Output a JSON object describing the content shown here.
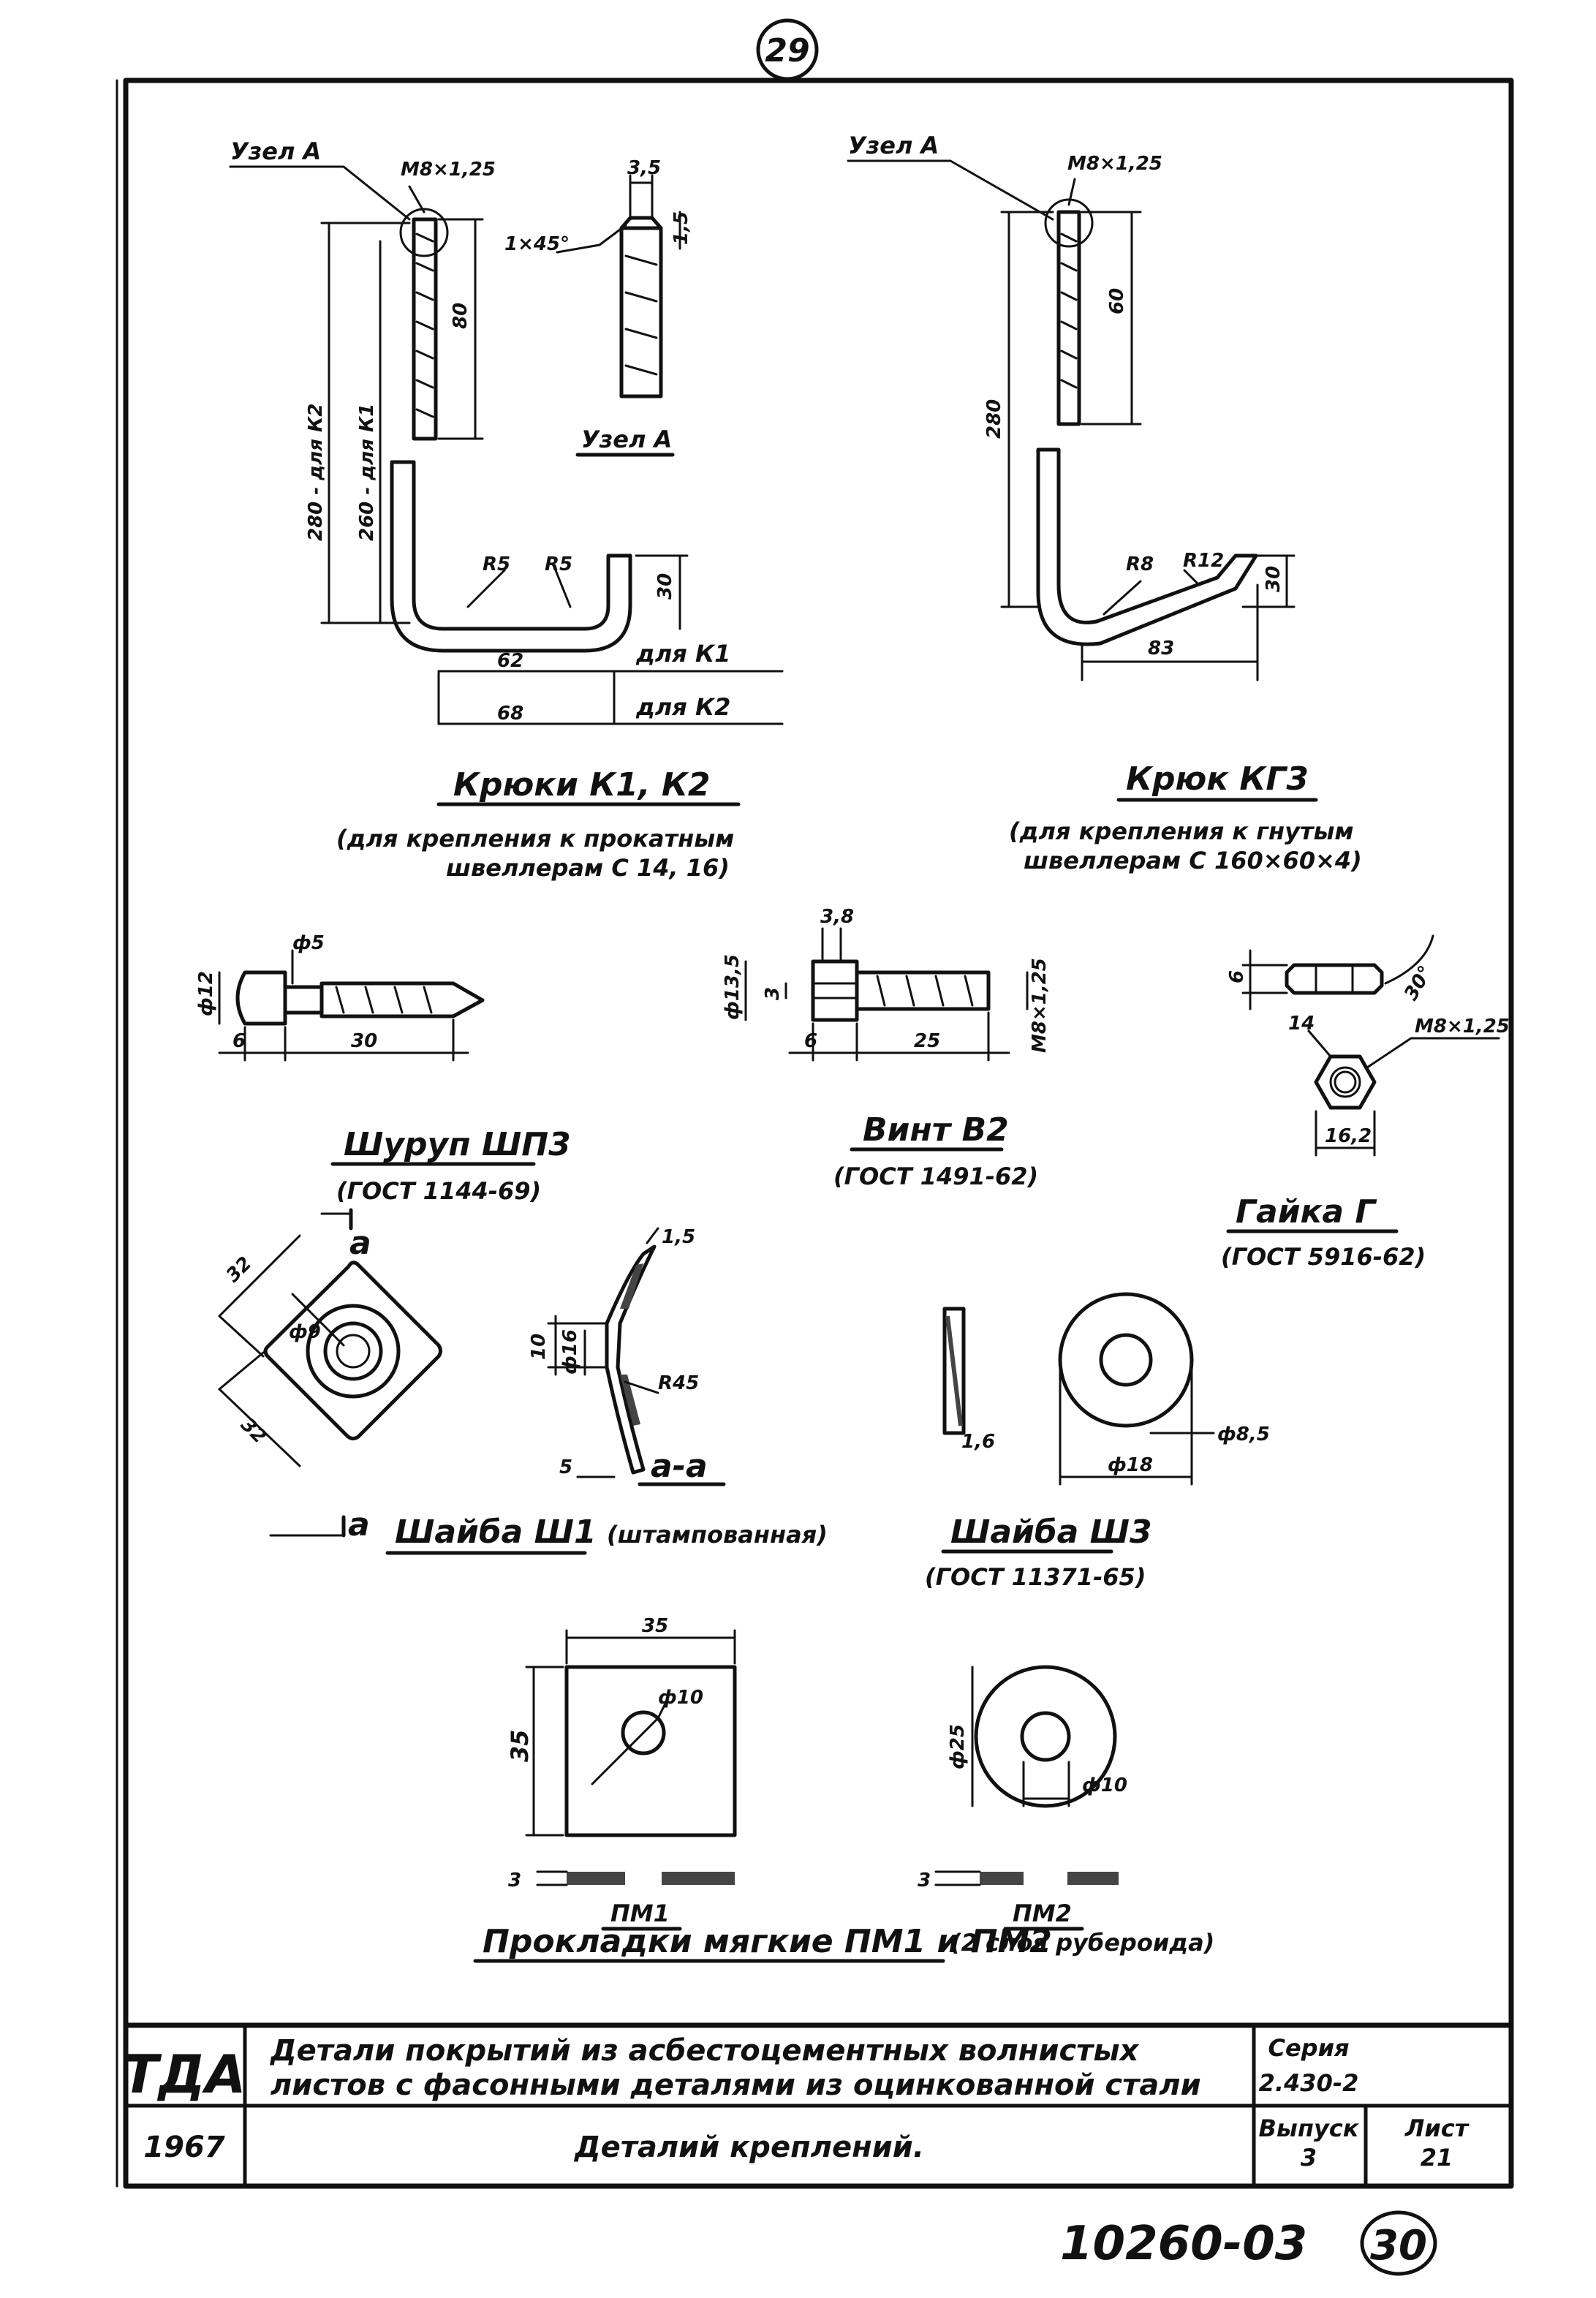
{
  "sheet": {
    "page_number": "29",
    "stamp_number": "10260-03",
    "stamp_circle": "30"
  },
  "hooks_k1k2": {
    "node_label": "Узел А",
    "thread": "М8×1,25",
    "len_k2": "280 - для К2",
    "len_k1": "260 - для К1",
    "thread_len": "80",
    "r1": "R5",
    "r2": "R5",
    "h": "30",
    "w1": "62",
    "w1_note": "для К1",
    "w2": "68",
    "w2_note": "для К2",
    "title": "Крюки К1, К2",
    "subtitle_1": "(для крепления к прокатным",
    "subtitle_2": "швеллерам С 14, 16)"
  },
  "node_a": {
    "dia": "3,5",
    "chamfer": "1×45°",
    "len": "1,5",
    "title": "Узел А"
  },
  "hook_kg3": {
    "node_label": "Узел А",
    "thread": "М8×1,25",
    "len": "280",
    "thread_len": "60",
    "r1": "R8",
    "r2": "R12",
    "h": "30",
    "w": "83",
    "title": "Крюк КГ3",
    "subtitle_1": "(для крепления к гнутым",
    "subtitle_2": "швеллерам С 160×60×4)"
  },
  "screw_shp3": {
    "d_head": "ф12",
    "d": "ф5",
    "head": "6",
    "len": "30",
    "title": "Шуруп ШП3",
    "gost": "(ГОСТ 1144-69)"
  },
  "bolt_v2": {
    "slot": "3,8",
    "d_head": "ф13,5",
    "k": "3",
    "head": "6",
    "len": "25",
    "thread": "М8×1,25",
    "title": "Винт В2",
    "gost": "(ГОСТ 1491-62)"
  },
  "nut_g": {
    "h": "6",
    "chamfer": "30°",
    "thread": "М8×1,25",
    "s": "14",
    "e": "16,2",
    "title": "Гайка Г",
    "gost": "(ГОСТ 5916-62)"
  },
  "washer_sh1": {
    "section_mark": "а",
    "side1": "32",
    "side2": "32",
    "hole": "ф9",
    "t": "1,5",
    "h1": "10",
    "h2": "ф16",
    "r": "R45",
    "off": "5",
    "section": "а-а",
    "title": "Шайба Ш1",
    "note": "(штампованная)"
  },
  "washer_sh3": {
    "t": "1,6",
    "hole": "ф8,5",
    "d": "ф18",
    "title": "Шайба Ш3",
    "gost": "(ГОСТ 11371-65)"
  },
  "pads": {
    "pm1_w": "35",
    "pm1_h": "35",
    "pm1_hole": "ф10",
    "pm1_t": "3",
    "pm1_label": "ПМ1",
    "pm2_d": "ф25",
    "pm2_hole": "ф10",
    "pm2_t": "3",
    "pm2_label": "ПМ2",
    "title": "Прокладки мягкие ПМ1 и ПМ2",
    "note": "(2 слоя рубероида)"
  },
  "title_block": {
    "org": "ТДА",
    "year": "1967",
    "name_line1": "Детали покрытий из асбестоцементных волнистых",
    "name_line2": "листов с фасонными деталями из оцинкованной стали",
    "series_label": "Серия",
    "series_value": "2.430-2",
    "sheet_title": "Деталий креплений.",
    "issue_label": "Выпуск",
    "issue_value": "3",
    "list_label": "Лист",
    "list_value": "21"
  }
}
